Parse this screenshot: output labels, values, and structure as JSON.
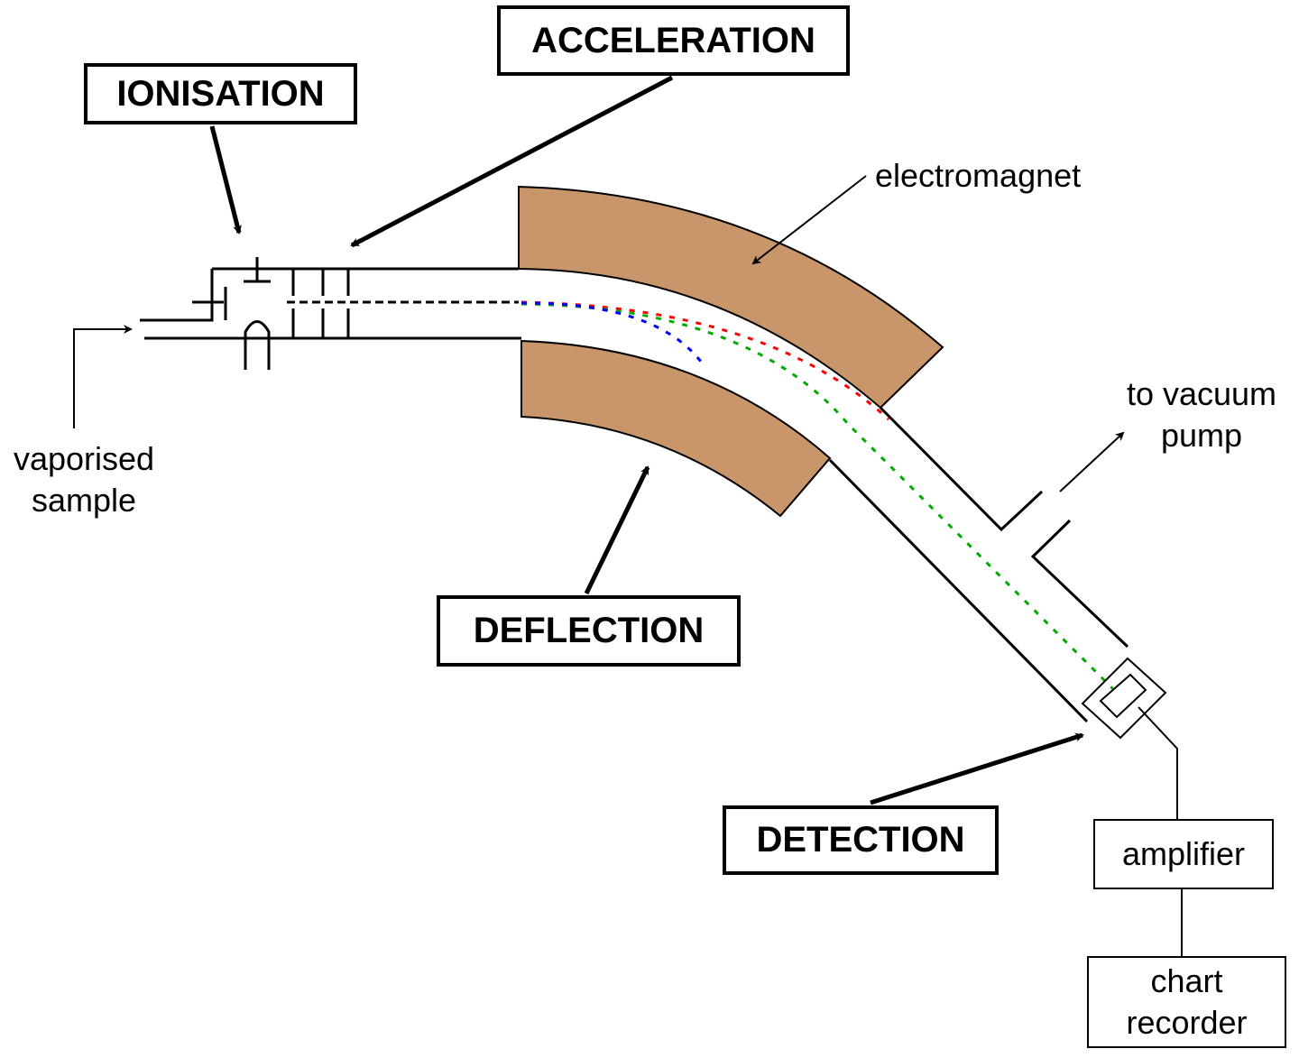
{
  "stages": {
    "ionisation": "IONISATION",
    "acceleration": "ACCELERATION",
    "deflection": "DEFLECTION",
    "detection": "DETECTION"
  },
  "labels": {
    "electromagnet": "electromagnet",
    "vacuum_line1": "to vacuum",
    "vacuum_line2": "pump",
    "sample_line1": "vaporised",
    "sample_line2": "sample",
    "amplifier": "amplifier",
    "recorder_line1": "chart",
    "recorder_line2": "recorder"
  },
  "colors": {
    "magnet": "#c8966a",
    "ion_heavy": "#ff0000",
    "ion_medium": "#00aa00",
    "ion_light": "#0000ff"
  }
}
